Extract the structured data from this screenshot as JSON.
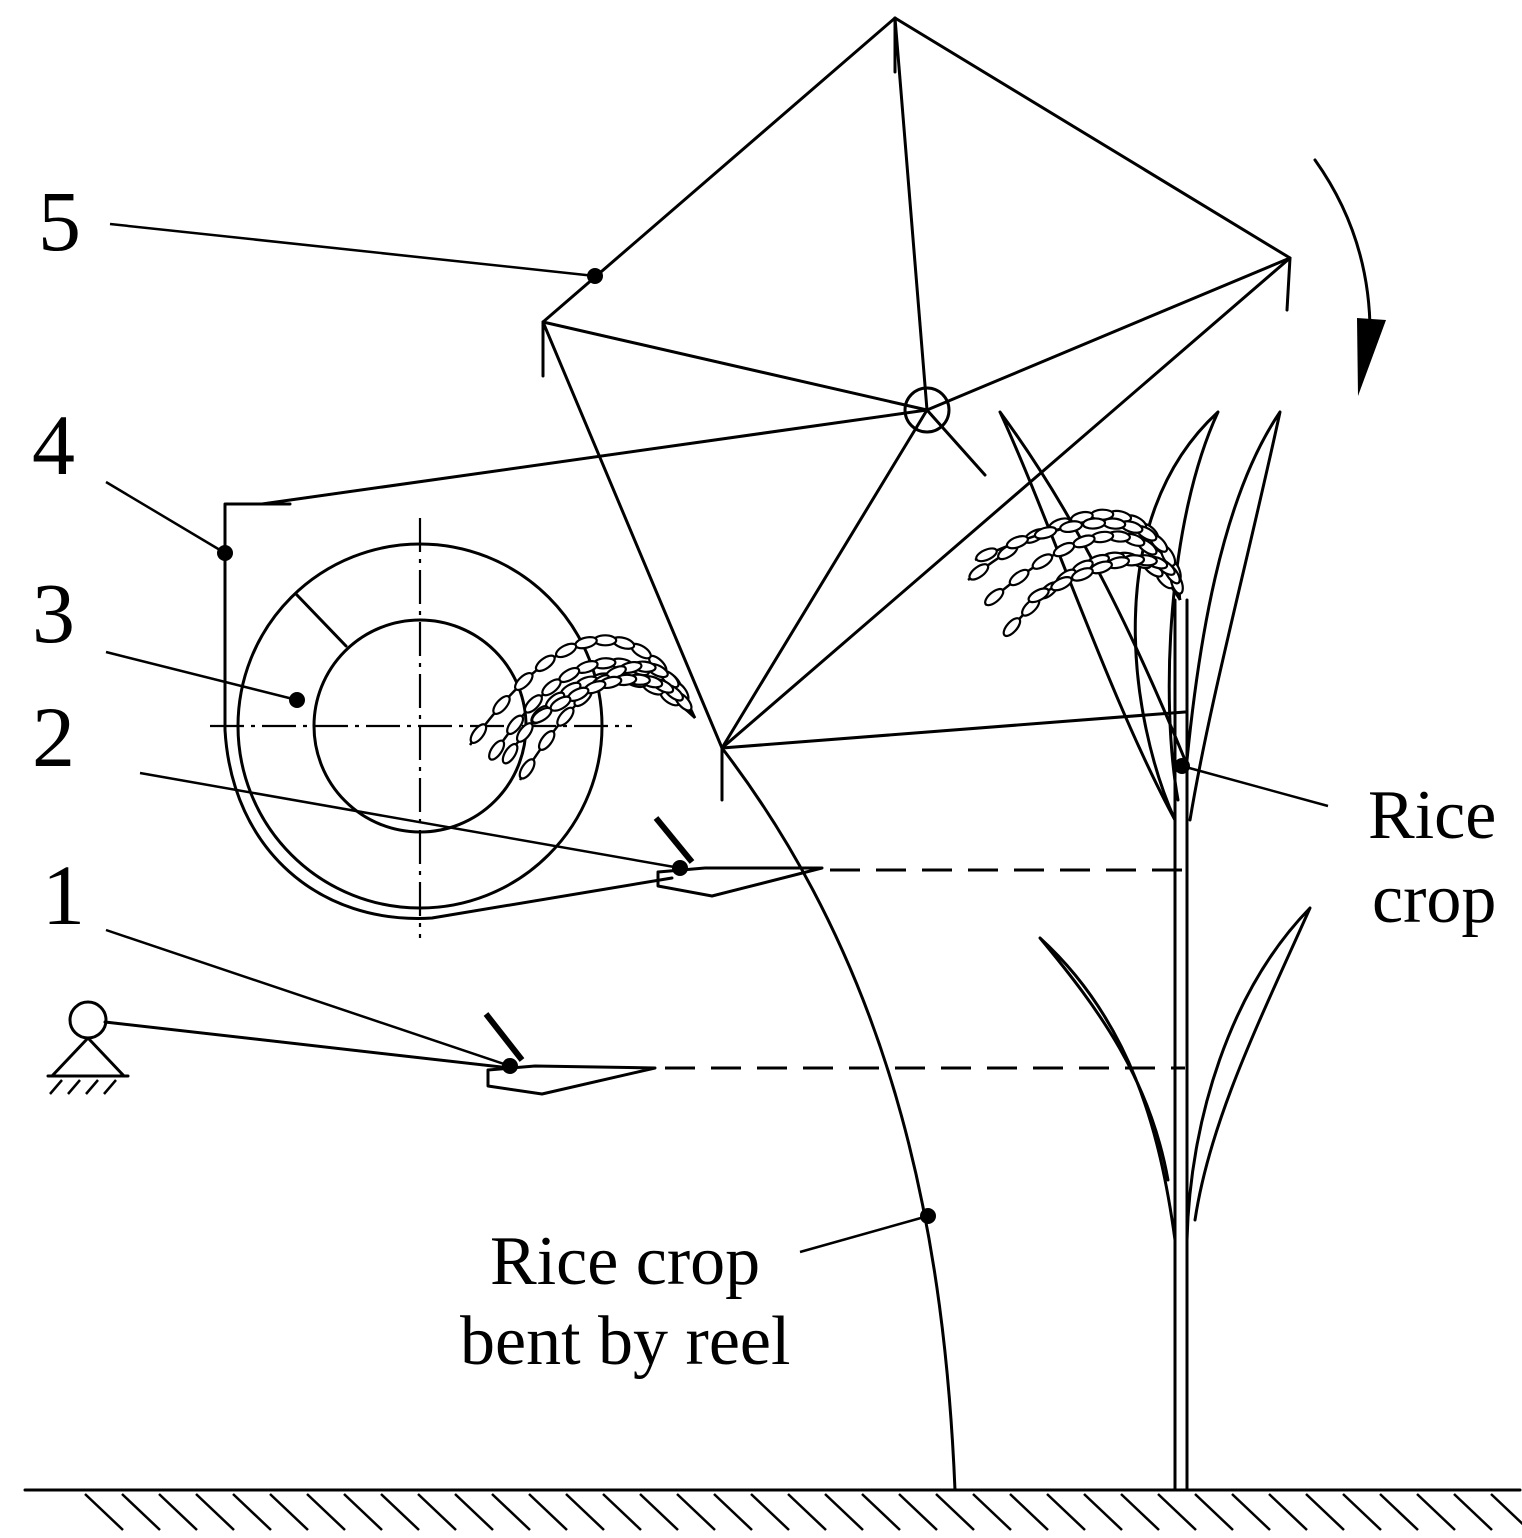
{
  "callouts": {
    "c1": "1",
    "c2": "2",
    "c3": "3",
    "c4": "4",
    "c5": "5"
  },
  "labels": {
    "rice_crop_line1": "Rice",
    "rice_crop_line2": "crop",
    "bent_line1": "Rice crop",
    "bent_line2": "bent by reel"
  }
}
